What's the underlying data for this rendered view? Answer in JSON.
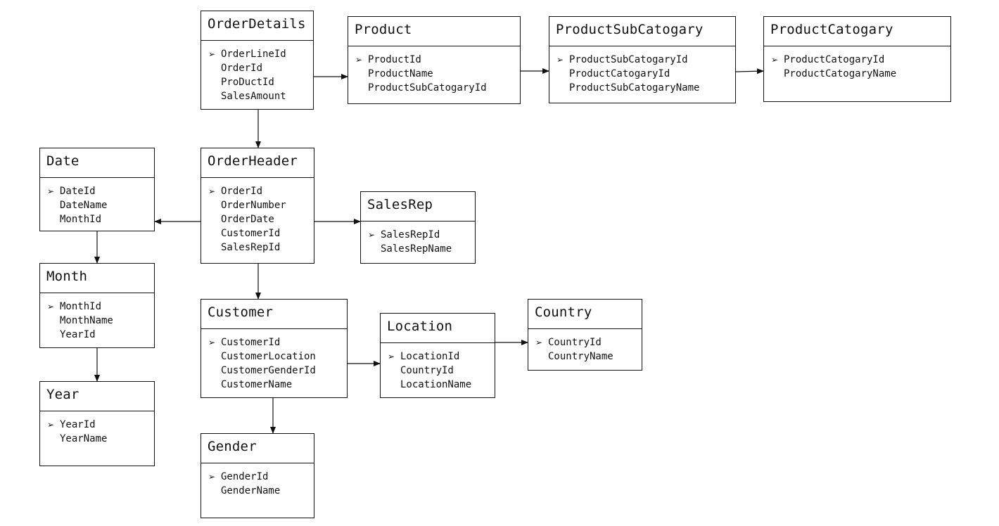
{
  "diagram": {
    "key_marker": "➢",
    "tables": [
      {
        "id": "orderdetails",
        "name": "OrderDetails",
        "fields": [
          "OrderLineId",
          "OrderId",
          "ProDuctId",
          "SalesAmount"
        ]
      },
      {
        "id": "product",
        "name": "Product",
        "fields": [
          "ProductId",
          "ProductName",
          "ProductSubCatogaryId"
        ]
      },
      {
        "id": "productsubcatogary",
        "name": "ProductSubCatogary",
        "fields": [
          "ProductSubCatogaryId",
          "ProductCatogaryId",
          "ProductSubCatogaryName"
        ]
      },
      {
        "id": "productcatogary",
        "name": "ProductCatogary",
        "fields": [
          "ProductCatogaryId",
          "ProductCatogaryName"
        ]
      },
      {
        "id": "date",
        "name": "Date",
        "fields": [
          "DateId",
          "DateName",
          "MonthId"
        ]
      },
      {
        "id": "orderheader",
        "name": "OrderHeader",
        "fields": [
          "OrderId",
          "OrderNumber",
          "OrderDate",
          "CustomerId",
          "SalesRepId"
        ]
      },
      {
        "id": "salesrep",
        "name": "SalesRep",
        "fields": [
          "SalesRepId",
          "SalesRepName"
        ]
      },
      {
        "id": "month",
        "name": "Month",
        "fields": [
          "MonthId",
          "MonthName",
          "YearId"
        ]
      },
      {
        "id": "customer",
        "name": "Customer",
        "fields": [
          "CustomerId",
          "CustomerLocation",
          "CustomerGenderId",
          "CustomerName"
        ]
      },
      {
        "id": "location",
        "name": "Location",
        "fields": [
          "LocationId",
          "CountryId",
          "LocationName"
        ]
      },
      {
        "id": "country",
        "name": "Country",
        "fields": [
          "CountryId",
          "CountryName"
        ]
      },
      {
        "id": "year",
        "name": "Year",
        "fields": [
          "YearId",
          "YearName"
        ]
      },
      {
        "id": "gender",
        "name": "Gender",
        "fields": [
          "GenderId",
          "GenderName"
        ]
      }
    ],
    "relationships": [
      {
        "from": "orderdetails",
        "to": "product"
      },
      {
        "from": "product",
        "to": "productsubcatogary"
      },
      {
        "from": "productsubcatogary",
        "to": "productcatogary"
      },
      {
        "from": "orderdetails",
        "to": "orderheader"
      },
      {
        "from": "orderheader",
        "to": "date"
      },
      {
        "from": "orderheader",
        "to": "salesrep"
      },
      {
        "from": "orderheader",
        "to": "customer"
      },
      {
        "from": "date",
        "to": "month"
      },
      {
        "from": "month",
        "to": "year"
      },
      {
        "from": "customer",
        "to": "location"
      },
      {
        "from": "location",
        "to": "country"
      },
      {
        "from": "customer",
        "to": "gender"
      }
    ]
  }
}
